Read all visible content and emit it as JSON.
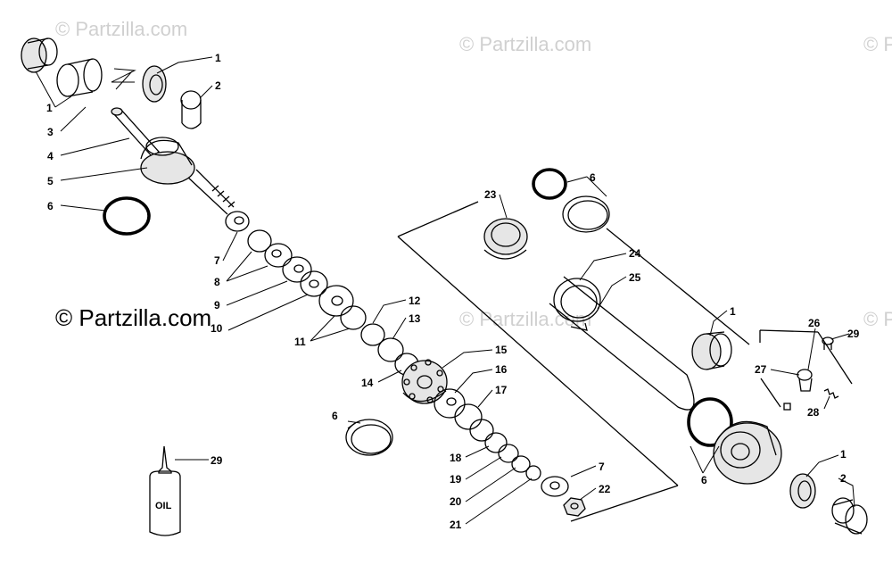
{
  "watermark": "© Partzilla.com",
  "copyright": "© Partzilla.com",
  "bottle_label": "OIL",
  "callouts": [
    {
      "id": "c1a",
      "n": "1"
    },
    {
      "id": "c1b",
      "n": "1"
    },
    {
      "id": "c2a",
      "n": "2"
    },
    {
      "id": "c3",
      "n": "3"
    },
    {
      "id": "c4",
      "n": "4"
    },
    {
      "id": "c5",
      "n": "5"
    },
    {
      "id": "c6a",
      "n": "6"
    },
    {
      "id": "c7a",
      "n": "7"
    },
    {
      "id": "c8",
      "n": "8"
    },
    {
      "id": "c9",
      "n": "9"
    },
    {
      "id": "c10",
      "n": "10"
    },
    {
      "id": "c11",
      "n": "11"
    },
    {
      "id": "c12",
      "n": "12"
    },
    {
      "id": "c13",
      "n": "13"
    },
    {
      "id": "c14",
      "n": "14"
    },
    {
      "id": "c15",
      "n": "15"
    },
    {
      "id": "c16",
      "n": "16"
    },
    {
      "id": "c17",
      "n": "17"
    },
    {
      "id": "c6b",
      "n": "6"
    },
    {
      "id": "c18",
      "n": "18"
    },
    {
      "id": "c19",
      "n": "19"
    },
    {
      "id": "c20",
      "n": "20"
    },
    {
      "id": "c21",
      "n": "21"
    },
    {
      "id": "c7b",
      "n": "7"
    },
    {
      "id": "c22",
      "n": "22"
    },
    {
      "id": "c29a",
      "n": "29"
    },
    {
      "id": "c23",
      "n": "23"
    },
    {
      "id": "c6c",
      "n": "6"
    },
    {
      "id": "c24",
      "n": "24"
    },
    {
      "id": "c25",
      "n": "25"
    },
    {
      "id": "c1c",
      "n": "1"
    },
    {
      "id": "c26",
      "n": "26"
    },
    {
      "id": "c29b",
      "n": "29"
    },
    {
      "id": "c27",
      "n": "27"
    },
    {
      "id": "c28",
      "n": "28"
    },
    {
      "id": "c6d",
      "n": "6"
    },
    {
      "id": "c1d",
      "n": "1"
    },
    {
      "id": "c2b",
      "n": "2"
    }
  ]
}
